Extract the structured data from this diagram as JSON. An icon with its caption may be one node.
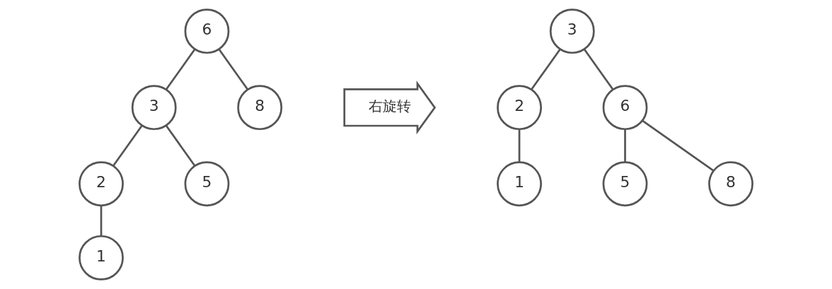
{
  "diagram": {
    "nodes": [
      {
        "text": [
          "6"
        ]
      },
      {
        "text": [
          "3"
        ]
      },
      {
        "text": [
          "8"
        ]
      },
      {
        "text": [
          "2"
        ]
      },
      {
        "text": [
          "5"
        ]
      },
      {
        "text": [
          "1"
        ]
      },
      {
        "text": [
          "右旋转"
        ]
      },
      {
        "text": [
          "3"
        ]
      },
      {
        "text": [
          "2"
        ]
      },
      {
        "text": [
          "6"
        ]
      },
      {
        "text": [
          "1"
        ]
      },
      {
        "text": [
          "5"
        ]
      },
      {
        "text": [
          "8"
        ]
      }
    ],
    "edges": [
      {
        "from": 0,
        "to": 1,
        "arrow": "none"
      },
      {
        "from": 0,
        "to": 2,
        "arrow": "none"
      },
      {
        "from": 1,
        "to": 3,
        "arrow": "none"
      },
      {
        "from": 1,
        "to": 4,
        "arrow": "none"
      },
      {
        "from": 3,
        "to": 5,
        "arrow": "none"
      },
      {
        "from": 7,
        "to": 8,
        "arrow": "none"
      },
      {
        "from": 7,
        "to": 9,
        "arrow": "none"
      },
      {
        "from": 8,
        "to": 10,
        "arrow": "none"
      },
      {
        "from": 9,
        "to": 11,
        "arrow": "none"
      },
      {
        "from": 9,
        "to": 12,
        "arrow": "none"
      }
    ]
  }
}
